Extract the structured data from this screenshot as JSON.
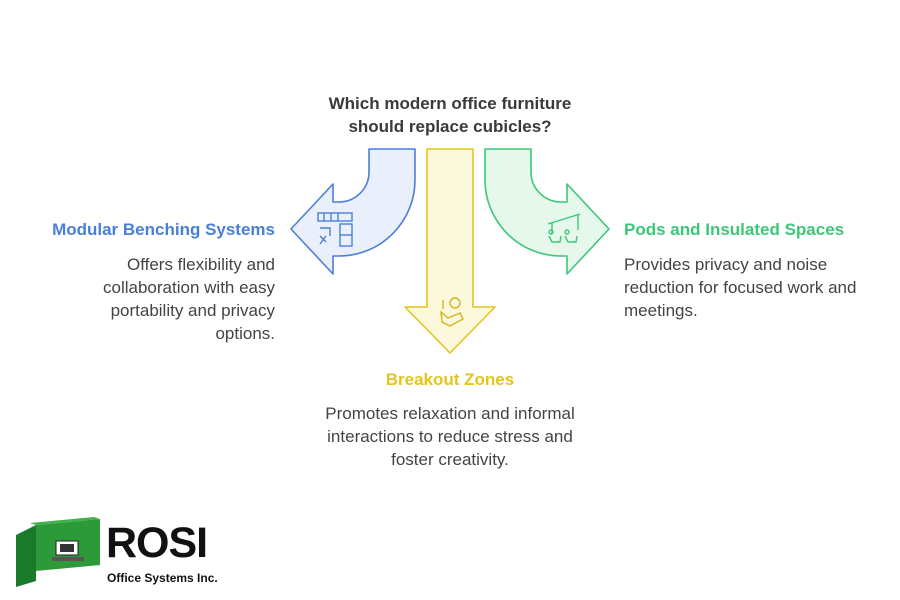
{
  "question": "Which modern office furniture\nshould replace cubicles?",
  "options": {
    "left": {
      "title": "Modular Benching Systems",
      "description": "Offers flexibility and collaboration with easy portability and privacy options.",
      "color": "#4a7fd9",
      "icon": "workstation-icon"
    },
    "middle": {
      "title": "Breakout Zones",
      "description": "Promotes relaxation and informal interactions to reduce stress and foster creativity.",
      "color": "#e3c51b",
      "icon": "lounge-icon"
    },
    "right": {
      "title": "Pods and Insulated Spaces",
      "description": "Provides privacy and noise reduction for focused work and meetings.",
      "color": "#3cc878",
      "icon": "pod-seats-icon"
    }
  },
  "logo": {
    "name": "ROSI",
    "subtitle": "Office Systems Inc."
  }
}
